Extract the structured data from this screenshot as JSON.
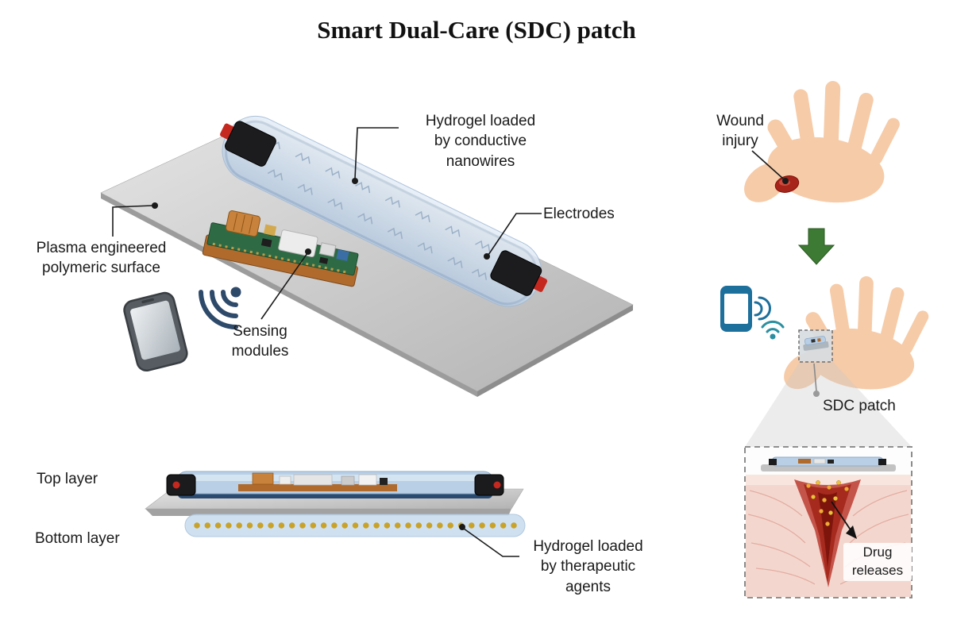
{
  "title": "Smart Dual-Care (SDC) patch",
  "main_view": {
    "hydrogel_label": "Hydrogel loaded\nby conductive\nnanowires",
    "electrodes_label": "Electrodes",
    "plasma_label": "Plasma engineered\npolymeric surface",
    "sensing_label": "Sensing\nmodules"
  },
  "side_view": {
    "top_layer_label": "Top layer",
    "bottom_layer_label": "Bottom layer",
    "therapeutic_label": "Hydrogel loaded\nby therapeutic\nagents"
  },
  "workflow": {
    "wound_label": "Wound\ninjury",
    "sdc_patch_label": "SDC patch",
    "drug_label": "Drug\nreleases"
  },
  "colors": {
    "hydrogel_blue": "#c7d8ea",
    "electrode_navy": "#24456e",
    "plate_gray": "#c9c9c9",
    "pcb_green": "#2e6b44",
    "copper": "#b06a2c",
    "wound_red": "#a6241a",
    "arrow_green": "#3d7a33",
    "phone_blue": "#1d6f9c",
    "wifi_teal": "#2a8fa0",
    "gold": "#c9a22a",
    "skin": "#f6cba8"
  }
}
